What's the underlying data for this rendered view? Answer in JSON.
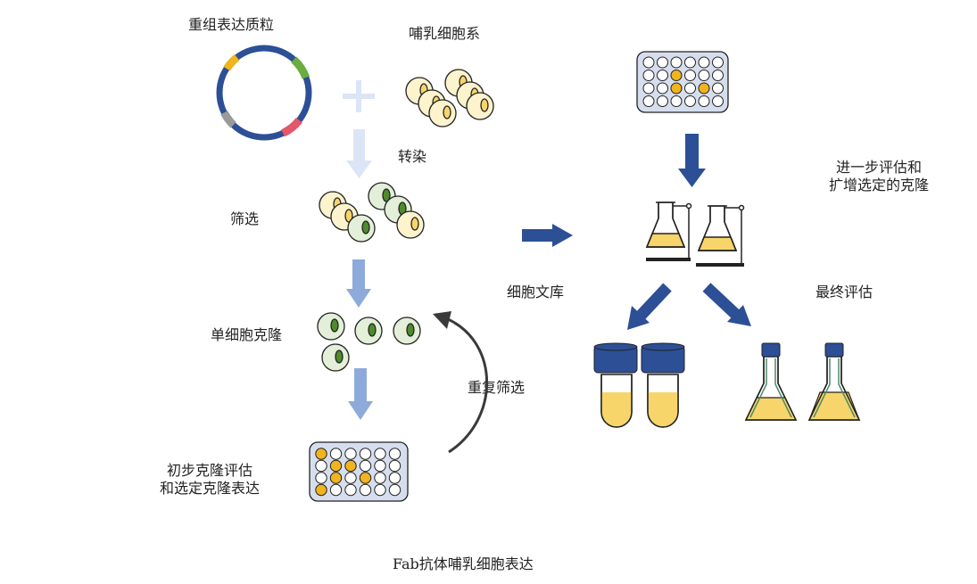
{
  "labels": {
    "plasmid": "重组表达质粒",
    "mammalian_cells": "哺乳细胞系",
    "transfection": "转染",
    "screening": "筛选",
    "single_clone": "单细胞克隆",
    "initial_eval_line1": "初步克隆评估",
    "initial_eval_line2": "和选定克隆表达",
    "repeat_screen": "重复筛选",
    "cell_library": "细胞文库",
    "further_eval_line1": "进一步评估和",
    "further_eval_line2": "扩增选定的克隆",
    "final_eval": "最终评估",
    "caption": "Fab抗体哺乳细胞表达"
  },
  "colors": {
    "dark_blue": "#2c4f96",
    "light_blue": "#8eaadb",
    "pale_blue": "#dce5f5",
    "yellow": "#f7d56a",
    "cell_cream": "#fdf3cd",
    "cell_green": "#e3efd8",
    "nucleus_green": "#4e8b2d",
    "well_orange": "#f0b41e",
    "plate_fill": "#d6deee"
  },
  "icons": {
    "plus": "plus-icon",
    "plasmid": "plasmid-icon",
    "flask": "flask-icon",
    "tube": "tube-icon"
  }
}
